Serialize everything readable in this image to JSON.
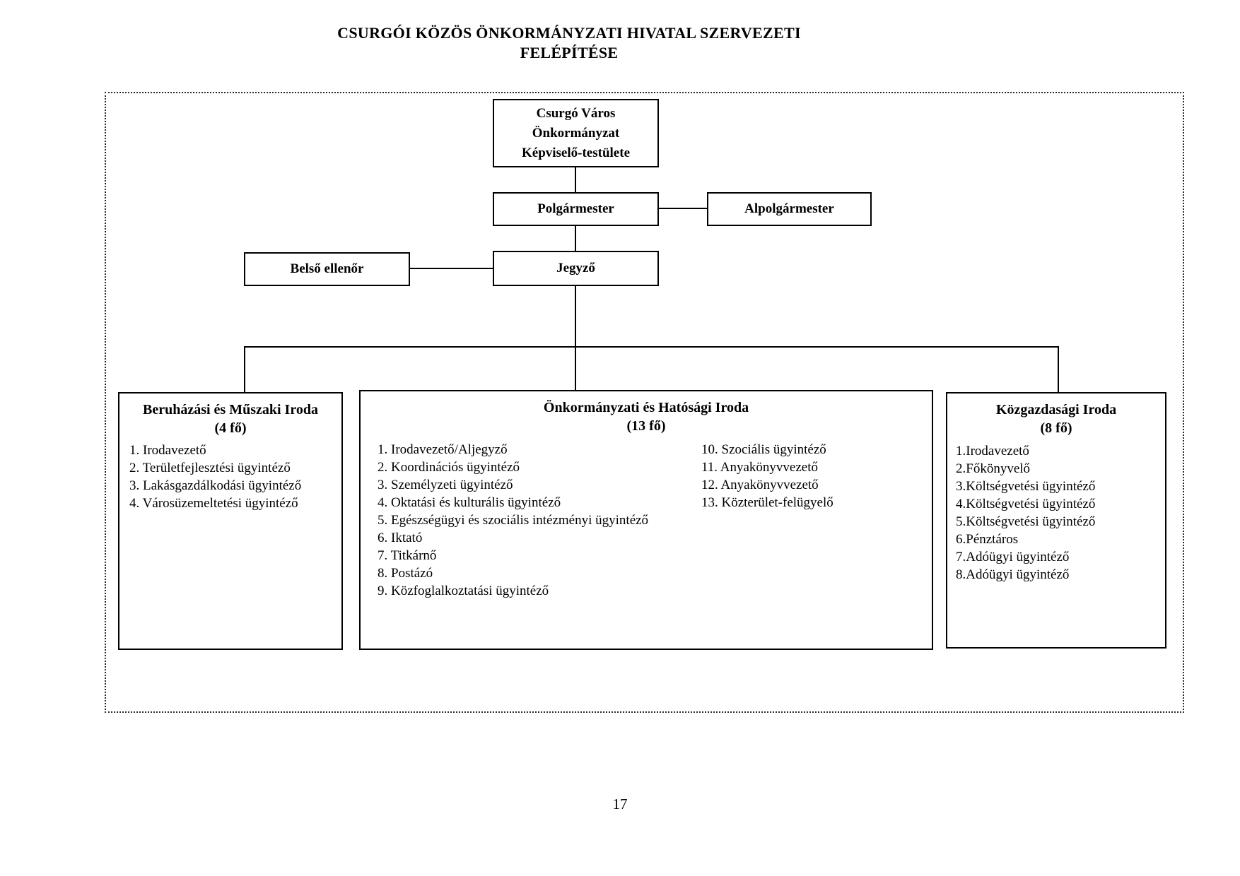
{
  "page": {
    "title": [
      "CSURGÓI KÖZÖS ÖNKORMÁNYZATI HIVATAL SZERVEZETI",
      "FELÉPÍTÉSE"
    ],
    "page_number": "17"
  },
  "org": {
    "board": {
      "lines": [
        "Csurgó Város",
        "Önkormányzat",
        "Képviselő-testülete"
      ]
    },
    "mayor": {
      "label": "Polgármester"
    },
    "deputy_mayor": {
      "label": "Alpolgármester"
    },
    "notary": {
      "label": "Jegyző"
    },
    "internal_auditor": {
      "label": "Belső ellenőr"
    },
    "offices": {
      "investment_technical": {
        "name": "Beruházási és Műszaki Iroda",
        "headcount": "(4 fő)",
        "staff": [
          "1. Irodavezető",
          "2. Területfejlesztési ügyintéző",
          "3. Lakásgazdálkodási ügyintéző",
          "4. Városüzemeltetési ügyintéző"
        ]
      },
      "municipal_authority": {
        "name": "Önkormányzati és Hatósági Iroda",
        "headcount": "(13 fő)",
        "staff_col1": [
          "1. Irodavezető/Aljegyző",
          "2. Koordinációs ügyintéző",
          "3. Személyzeti ügyintéző",
          "4. Oktatási és kulturális ügyintéző",
          "5. Egészségügyi és szociális intézményi ügyintéző",
          "6. Iktató",
          "7. Titkárnő",
          "8. Postázó",
          "9. Közfoglalkoztatási ügyintéző"
        ],
        "staff_col2": [
          "10. Szociális ügyintéző",
          "11. Anyakönyvvezető",
          "12. Anyakönyvvezető",
          "13. Közterület-felügyelő"
        ]
      },
      "economic": {
        "name": "Közgazdasági Iroda",
        "headcount": "(8 fő)",
        "staff": [
          "1.Irodavezető",
          "2.Főkönyvelő",
          "3.Költségvetési ügyintéző",
          "4.Költségvetési ügyintéző",
          "5.Költségvetési ügyintéző",
          "6.Pénztáros",
          "7.Adóügyi ügyintéző",
          "8.Adóügyi ügyintéző"
        ]
      }
    }
  },
  "colors": {
    "ink": "#000000",
    "paper": "#ffffff"
  }
}
